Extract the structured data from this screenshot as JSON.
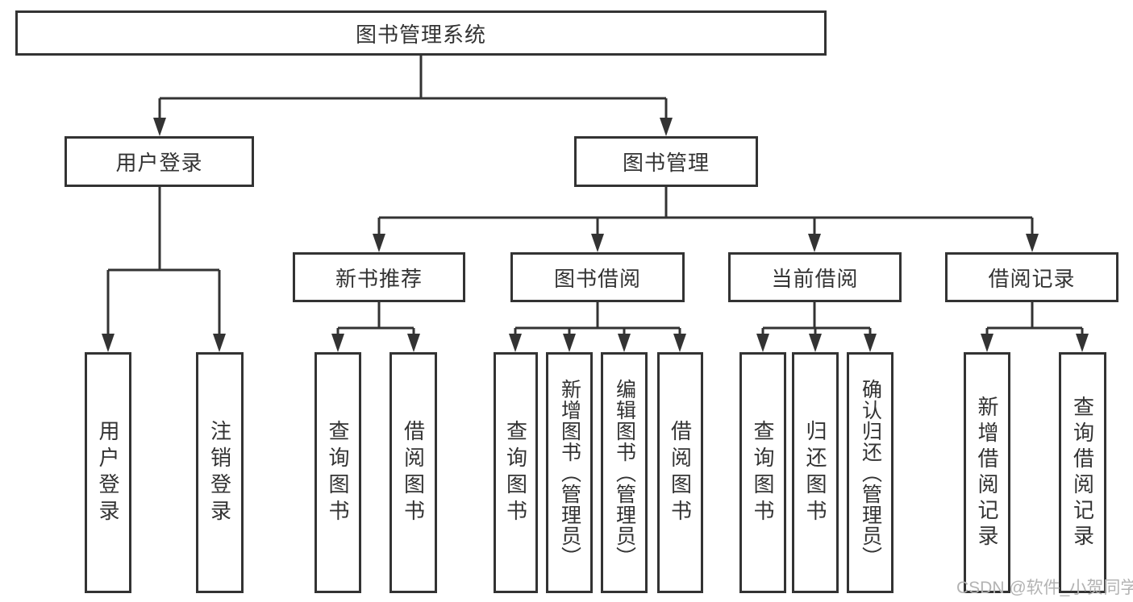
{
  "diagram": {
    "root": {
      "label": "图书管理系统"
    },
    "branches": [
      {
        "label": "用户登录",
        "children": [
          {
            "label": "用户登录"
          },
          {
            "label": "注销登录"
          }
        ]
      },
      {
        "label": "图书管理",
        "children": [
          {
            "label": "新书推荐",
            "children": [
              {
                "label": "查询图书"
              },
              {
                "label": "借阅图书"
              }
            ]
          },
          {
            "label": "图书借阅",
            "children": [
              {
                "label": "查询图书"
              },
              {
                "label": "新增图书（管理员）"
              },
              {
                "label": "编辑图书（管理员）"
              },
              {
                "label": "借阅图书"
              }
            ]
          },
          {
            "label": "当前借阅",
            "children": [
              {
                "label": "查询图书"
              },
              {
                "label": "归还图书"
              },
              {
                "label": "确认归还（管理员）"
              }
            ]
          },
          {
            "label": "借阅记录",
            "children": [
              {
                "label": "新增借阅记录"
              },
              {
                "label": "查询借阅记录"
              }
            ]
          }
        ]
      }
    ]
  },
  "watermark": {
    "text": "CSDN @软件_小贺同学"
  },
  "colors": {
    "line": "#333333",
    "text": "#333333",
    "box_background": "#ffffff",
    "page_background": "#ffffff",
    "watermark": "#b3b3b3"
  }
}
